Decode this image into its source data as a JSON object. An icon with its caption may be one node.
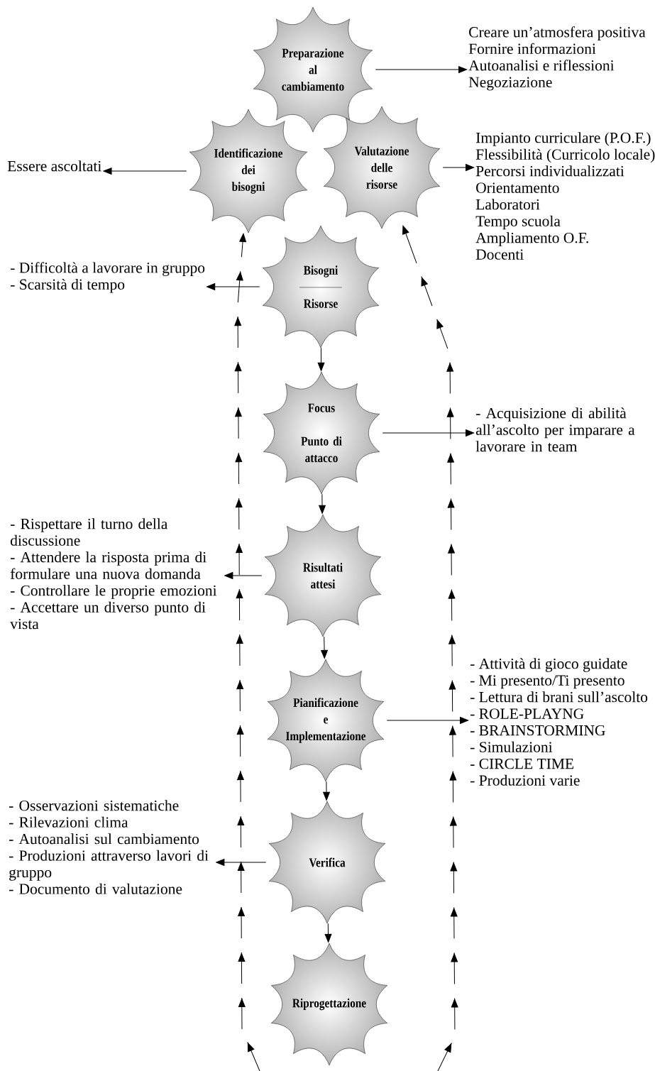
{
  "diagram": {
    "nodes": [
      {
        "text": [
          "Preparazione al cambiamento"
        ]
      },
      {
        "text": [
          "Creare un’atmosfera positiva",
          "Fornire informazioni",
          "Autoanalisi e riflessioni",
          "Negoziazione"
        ]
      },
      {
        "text": [
          "Identificazione dei bisogni"
        ]
      },
      {
        "text": [
          "Essere ascoltati"
        ]
      },
      {
        "text": [
          "Valutazione delle risorse"
        ]
      },
      {
        "text": [
          "Impianto curriculare (P.O.F.)",
          "Flessibilità (Curricolo locale)",
          "Percorsi individualizzati",
          "Orientamento",
          "Laboratori",
          "Tempo scuola",
          "Ampliamento O.F.",
          "Docenti"
        ]
      },
      {
        "text": [
          "Bisogni",
          "Risorse"
        ]
      },
      {
        "text": [
          "- Difficoltà a lavorare in gruppo",
          "- Scarsità di tempo"
        ]
      },
      {
        "text": [
          "Focus",
          "Punto di attacco"
        ]
      },
      {
        "text": [
          "- Acquisizione di abilità all’ascolto per imparare a lavorare in team"
        ]
      },
      {
        "text": [
          "Risultati attesi"
        ]
      },
      {
        "text": [
          "- Rispettare il turno della discussione",
          "- Attendere la risposta prima di formulare una nuova domanda",
          "- Controllare le proprie emozioni",
          "- Accettare un diverso punto di vista"
        ]
      },
      {
        "text": [
          "Pianificazione e Implementazione"
        ]
      },
      {
        "text": [
          "- Attività di gioco guidate",
          "- Mi presento/Ti presento",
          "- Lettura di brani sull’ascolto",
          "- ROLE-PLAYNG",
          "- BRAINSTORMING",
          "- Simulazioni",
          "- CIRCLE TIME",
          "- Produzioni varie"
        ]
      },
      {
        "text": [
          "Verifica"
        ]
      },
      {
        "text": [
          "- Osservazioni sistematiche",
          "- Rilevazioni clima",
          "- Autoanalisi sul cambiamento",
          "- Produzioni attraverso lavori di gruppo",
          "- Documento di valutazione"
        ]
      },
      {
        "text": [
          "Riprogettazione"
        ]
      }
    ],
    "edges": [
      {
        "from": 0,
        "to": 1,
        "arrow": "to"
      },
      {
        "from": 2,
        "to": 3,
        "arrow": "to"
      },
      {
        "from": 4,
        "to": 5,
        "arrow": "to"
      },
      {
        "from": 6,
        "to": 7,
        "arrow": "to"
      },
      {
        "from": 6,
        "to": 8,
        "arrow": "to"
      },
      {
        "from": 8,
        "to": 9,
        "arrow": "to"
      },
      {
        "from": 8,
        "to": 10,
        "arrow": "to"
      },
      {
        "from": 10,
        "to": 11,
        "arrow": "to"
      },
      {
        "from": 10,
        "to": 12,
        "arrow": "to"
      },
      {
        "from": 12,
        "to": 13,
        "arrow": "to"
      },
      {
        "from": 12,
        "to": 14,
        "arrow": "to"
      },
      {
        "from": 14,
        "to": 15,
        "arrow": "to"
      },
      {
        "from": 14,
        "to": 16,
        "arrow": "to"
      },
      {
        "from": null,
        "to": 2,
        "arrow": "to",
        "style": "dashed"
      },
      {
        "from": null,
        "to": 4,
        "arrow": "to",
        "style": "dashed"
      }
    ]
  }
}
